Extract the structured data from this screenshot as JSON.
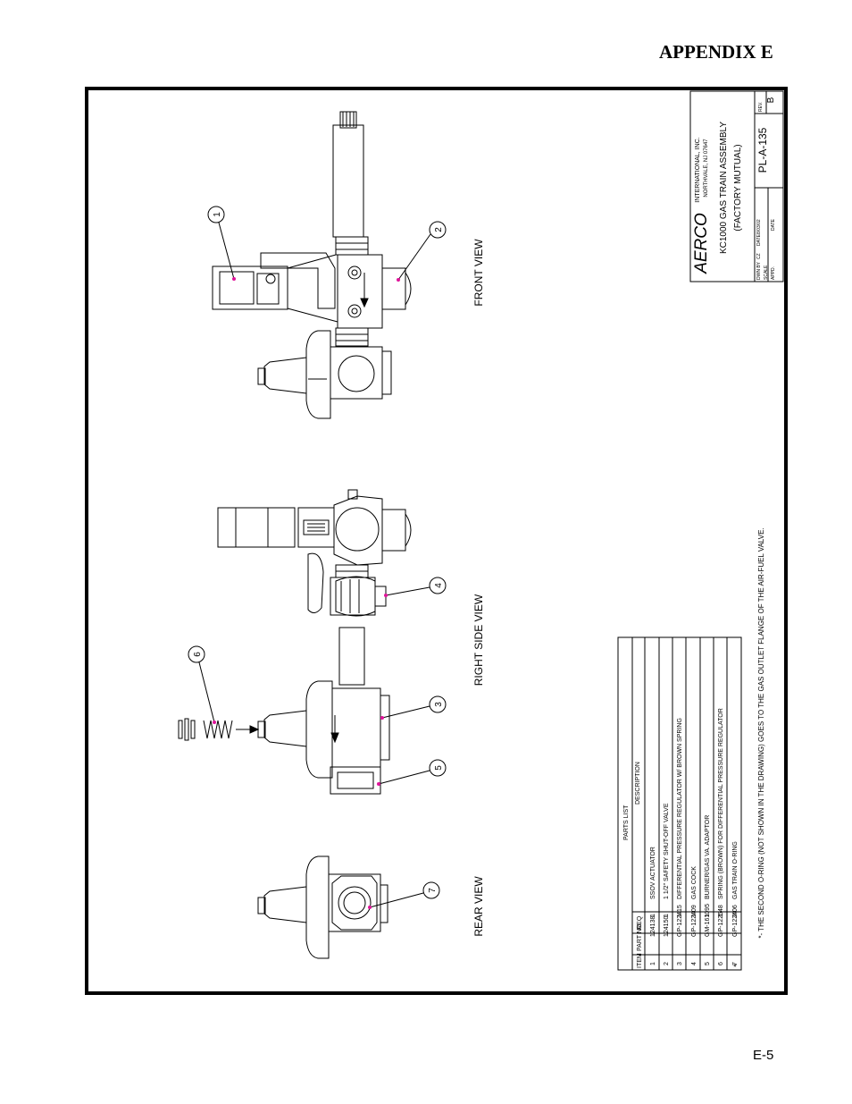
{
  "header": {
    "appendix_title": "APPENDIX E"
  },
  "footer": {
    "page_number": "E-5"
  },
  "drawing": {
    "views": {
      "front": "FRONT VIEW",
      "right_side": "RIGHT SIDE VIEW",
      "rear": "REAR VIEW"
    },
    "balloons": [
      "1",
      "2",
      "3",
      "4",
      "5",
      "6",
      "7"
    ],
    "note": "*- THE SECOND O-RING (NOT SHOWN IN THE DRAWING) GOES TO THE GAS OUTLET FLANGE OF THE AIR-FUEL VALVE.",
    "accent_color": "#e0149a"
  },
  "title_block": {
    "logo": "AERCO",
    "company": "INTERNATIONAL, INC.",
    "address": "NORTHVALE, NJ  07647",
    "title_line1": "KC1000 GAS TRAIN ASSEMBLY",
    "title_line2": "(FACTORY MUTUAL)",
    "dwn_by_label": "DWN BY",
    "dwn_by_value": "CZ",
    "date_label": "DATE",
    "date_value": "8/03/02",
    "scale_label": "SCALE",
    "appd_label": "APPD.",
    "date2_label": "DATE",
    "drawing_number": "PL-A-135",
    "rev_label": "REV.",
    "rev_value": "B"
  },
  "parts_list": {
    "title": "PARTS LIST",
    "headers": {
      "item": "ITEM",
      "part_no": "PART NO.",
      "req": "REQ",
      "description": "DESCRIPTION"
    },
    "rows": [
      {
        "star": "",
        "item": "1",
        "part_no": "124138",
        "req": "1",
        "description": "SSOV ACTUATOR"
      },
      {
        "star": "",
        "item": "2",
        "part_no": "124150",
        "req": "1",
        "description": "1 1/2\" SAFETY SHUT-OFF VALVE"
      },
      {
        "star": "",
        "item": "3",
        "part_no": "GP-122415",
        "req": "1",
        "description": "DIFFERENTIAL PRESSURE REGULATOR W/ BROWN SPRING"
      },
      {
        "star": "",
        "item": "4",
        "part_no": "GP-122409",
        "req": "1",
        "description": "GAS COCK"
      },
      {
        "star": "",
        "item": "5",
        "part_no": "GM-161095",
        "req": "1",
        "description": "BURNER/GAS VA. ADAPTOR"
      },
      {
        "star": "",
        "item": "6",
        "part_no": "GP-122548",
        "req": "1",
        "description": "SPRING (BROWN) FOR DIFFERENTIAL PRESSURE REGULATOR"
      },
      {
        "star": "*",
        "item": "7",
        "part_no": "GP-122406",
        "req": "2",
        "description": "GAS TRAIN O-RING"
      }
    ]
  }
}
